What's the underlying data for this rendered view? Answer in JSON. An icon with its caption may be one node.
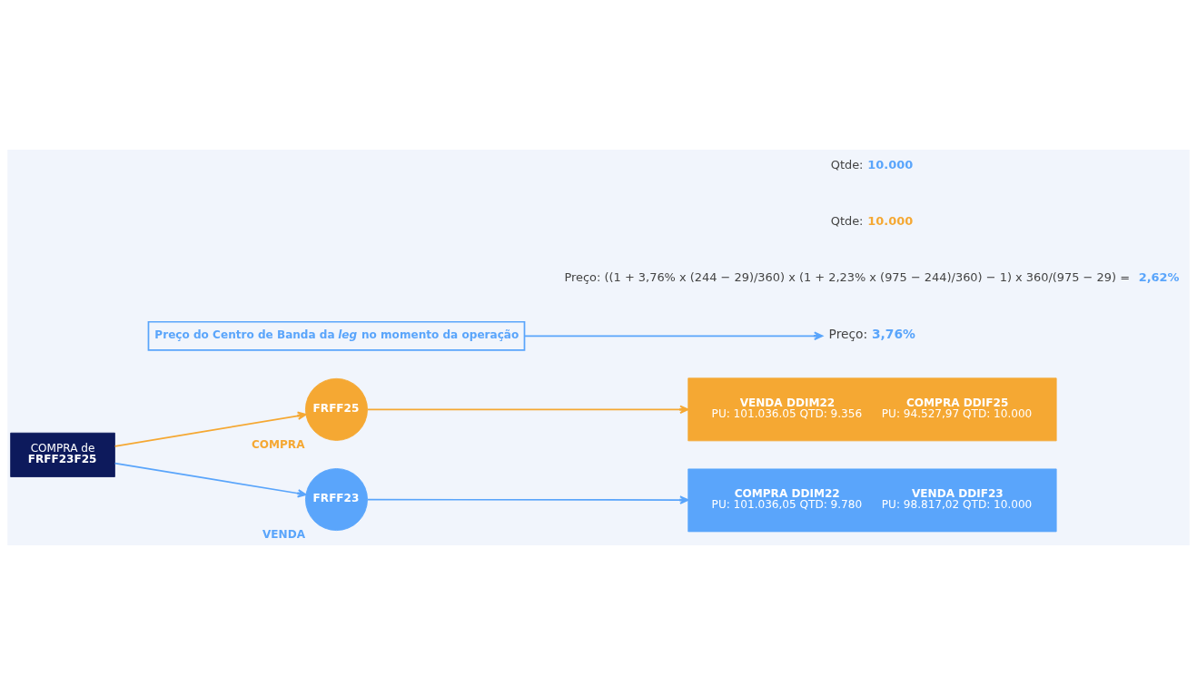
{
  "diagram": {
    "nodes": [
      {
        "text": [
          "COMPRA de",
          "FRFF23F25"
        ]
      },
      {
        "text": [
          "FRFF25"
        ],
        "beside": [
          "COMPRA"
        ]
      },
      {
        "text": [
          "VENDA DDIM22",
          "PU: 101.036.05 QTD: 9.356",
          "COMPRA DDIF25",
          "PU: 94.527,97 QTD: 10.000"
        ]
      },
      {
        "text": [
          "FRFF23"
        ],
        "beside": [
          "VENDA"
        ]
      },
      {
        "text": [
          "COMPRA DDIM22",
          "PU: 101.036,05 QTD: 9.780",
          "VENDA DDIF23",
          "PU: 98.817,02 QTD: 10.000"
        ]
      },
      {
        "text": [
          "Preço do Centro de Banda da *leg* no momento da operação"
        ]
      },
      {
        "text": [
          "Preço: **3,76%**"
        ]
      }
    ],
    "edges": [
      {
        "from": 0,
        "to": 1,
        "arrow": "to",
        "color": "#f5a833"
      },
      {
        "from": 0,
        "to": 3,
        "arrow": "to"
      },
      {
        "from": 1,
        "to": 2,
        "arrow": "to",
        "color": "#f5a833"
      },
      {
        "from": 3,
        "to": 4,
        "arrow": "to"
      },
      {
        "from": 5,
        "to": 6,
        "arrow": "to"
      }
    ],
    "labels": [
      "Preço: ((1 + 3,76% x (244 − 29)/360) x (1 + 2,23% x (975 − 244)/360) − 1) x 360/(975 − 29) = **2,62%**",
      "Qtde: **10.000**",
      "Qtde: **10.000**"
    ]
  }
}
